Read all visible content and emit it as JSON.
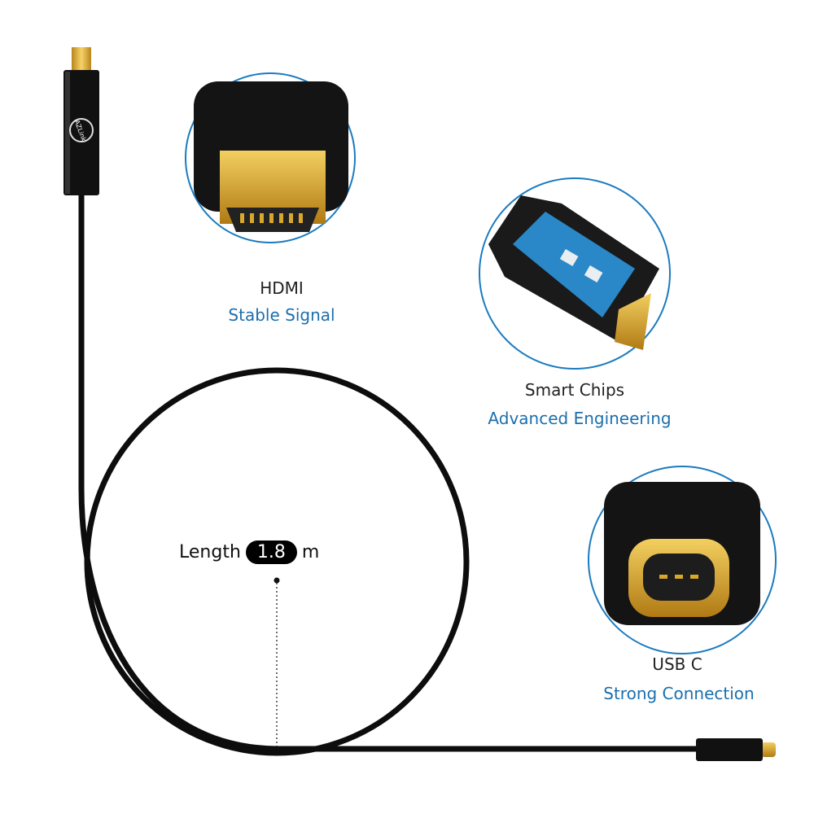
{
  "brand_logo": "AZLink",
  "features": [
    {
      "title": "HDMI",
      "subtitle": "Stable Signal"
    },
    {
      "title": "Smart Chips",
      "subtitle": "Advanced Engineering"
    },
    {
      "title": "USB C",
      "subtitle": "Strong Connection"
    }
  ],
  "length": {
    "label": "Length",
    "value": "1.8",
    "unit": "m"
  },
  "colors": {
    "accent": "#1b6fae",
    "gold": "#d9a72a",
    "cable": "#0d0d0d"
  }
}
